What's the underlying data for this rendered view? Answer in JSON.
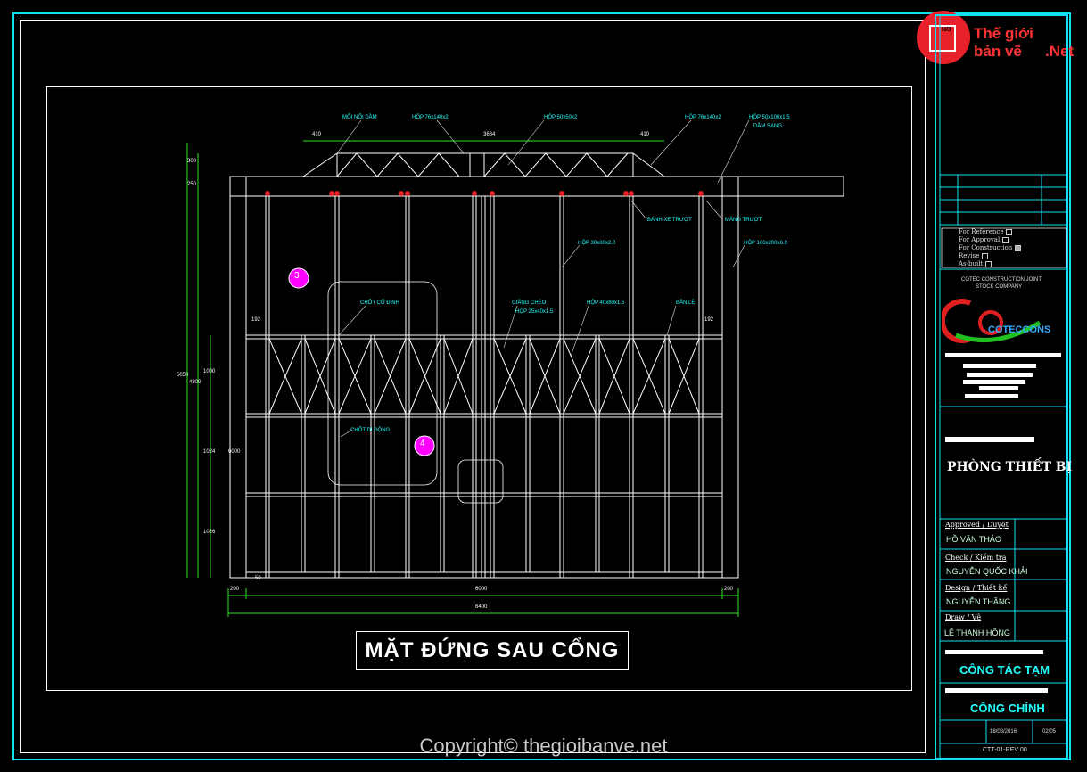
{
  "logo": {
    "line1": "Thế giới",
    "line2": "bản vẽ",
    "suffix": ".Net",
    "badge": "NO"
  },
  "drawing": {
    "title": "MẶT ĐỨNG SAU CỔNG",
    "callouts": [
      "MỐI NỐI DẦM",
      "HỘP 76x140x2",
      "HỘP 50x50x2",
      "HỘP 76x140x2",
      "HỘP 50x100x1.5",
      "DẦM SANG",
      "BÁNH XE TRƯỢT",
      "MÁNG TRƯỢT",
      "HỘP 30x60x2.0",
      "HỘP 100x200x6.0",
      "CHỐT CỐ ĐỊNH",
      "GIẰNG CHÉO",
      "HỘP 25x40x1.5",
      "HỘP 40x80x1.5",
      "BẢN LỀ",
      "CHỐT DI ĐỘNG"
    ],
    "dims_top": [
      "410",
      "3684",
      "410"
    ],
    "dims_left": [
      "300",
      "250",
      "5050",
      "4800",
      "1000",
      "1024",
      "1026",
      "50"
    ],
    "dims_bottom": [
      "200",
      "6000",
      "200",
      "6400"
    ],
    "dims_side": [
      "192",
      "192",
      "6000"
    ],
    "markers": [
      "3",
      "4"
    ]
  },
  "titleblock": {
    "revisions": [
      "For Reference",
      "For Approval",
      "For Construction",
      "Revise",
      "As-built"
    ],
    "company": [
      "COTEC CONSTRUCTION JOINT",
      "STOCK COMPANY"
    ],
    "company_logo": "COTECCONS",
    "project": "PHÒNG THIẾT BỊ",
    "approved_label": "Approved / Duyệt",
    "approved_name": "HỒ VĂN THẢO",
    "check_label": "Check / Kiểm tra",
    "check_name": "NGUYỄN QUỐC KHẢI",
    "design_label": "Design / Thiết kế",
    "design_name": "NGUYỄN THĂNG",
    "draw_label": "Draw / Vẽ",
    "draw_name": "LÊ THANH HỒNG",
    "work": "CÔNG TÁC TẠM",
    "sheet": "CỔNG CHÍNH",
    "date": "18/08/2016",
    "page": "02/05",
    "code": "CTT-01-REV 00"
  },
  "copyright": "Copyright© thegioibanve.net"
}
